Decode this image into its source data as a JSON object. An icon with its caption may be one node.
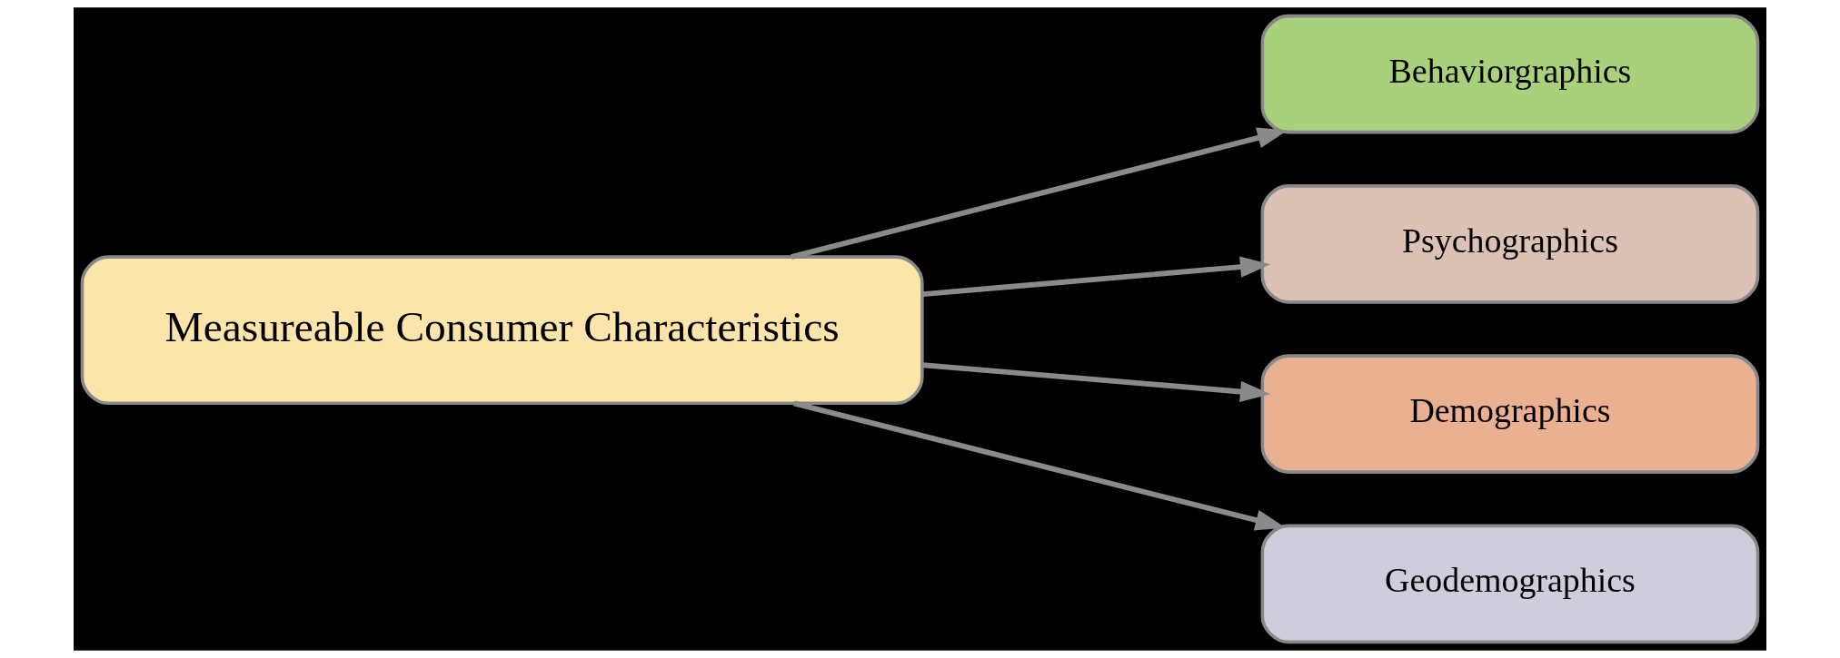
{
  "diagram": {
    "nodes": [
      {
        "text": [
          "Measureable Consumer Characteristics"
        ]
      },
      {
        "text": [
          "Behaviorgraphics"
        ]
      },
      {
        "text": [
          "Psychographics"
        ]
      },
      {
        "text": [
          "Demographics"
        ]
      },
      {
        "text": [
          "Geodemographics"
        ]
      }
    ],
    "edges": [
      {
        "from": 0,
        "to": 1,
        "arrow": "to"
      },
      {
        "from": 0,
        "to": 2,
        "arrow": "to"
      },
      {
        "from": 0,
        "to": 3,
        "arrow": "to"
      },
      {
        "from": 0,
        "to": 4,
        "arrow": "to"
      }
    ]
  }
}
